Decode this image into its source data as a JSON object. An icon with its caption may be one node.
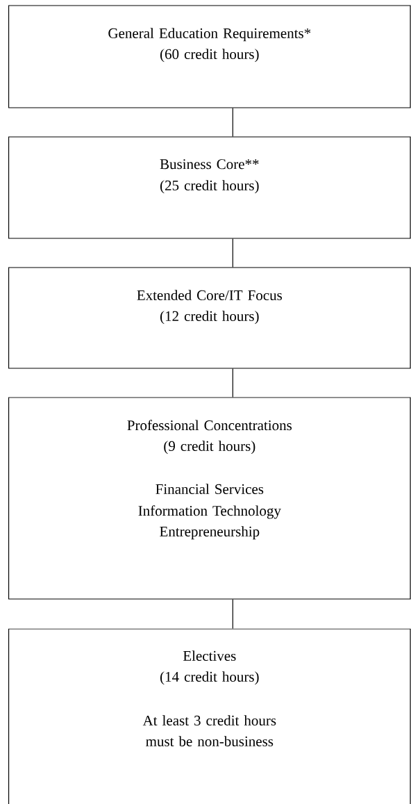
{
  "diagram": {
    "nodes": [
      {
        "text": [
          "General Education Requirements*",
          "(60 credit hours)"
        ]
      },
      {
        "text": [
          "Business Core**",
          "(25 credit hours)"
        ]
      },
      {
        "text": [
          "Extended Core/IT Focus",
          "(12 credit hours)"
        ]
      },
      {
        "text": [
          "Professional Concentrations",
          "(9 credit hours)",
          "Financial Services",
          "Information Technology",
          "Entrepreneurship"
        ]
      },
      {
        "text": [
          "Electives",
          "(14 credit hours)",
          "At least 3 credit hours must be non-business"
        ]
      }
    ],
    "edges": [
      {
        "from": 0,
        "to": 1,
        "arrow": "none"
      },
      {
        "from": 1,
        "to": 2,
        "arrow": "none"
      },
      {
        "from": 2,
        "to": 3,
        "arrow": "none"
      },
      {
        "from": 3,
        "to": 4,
        "arrow": "none"
      }
    ]
  }
}
